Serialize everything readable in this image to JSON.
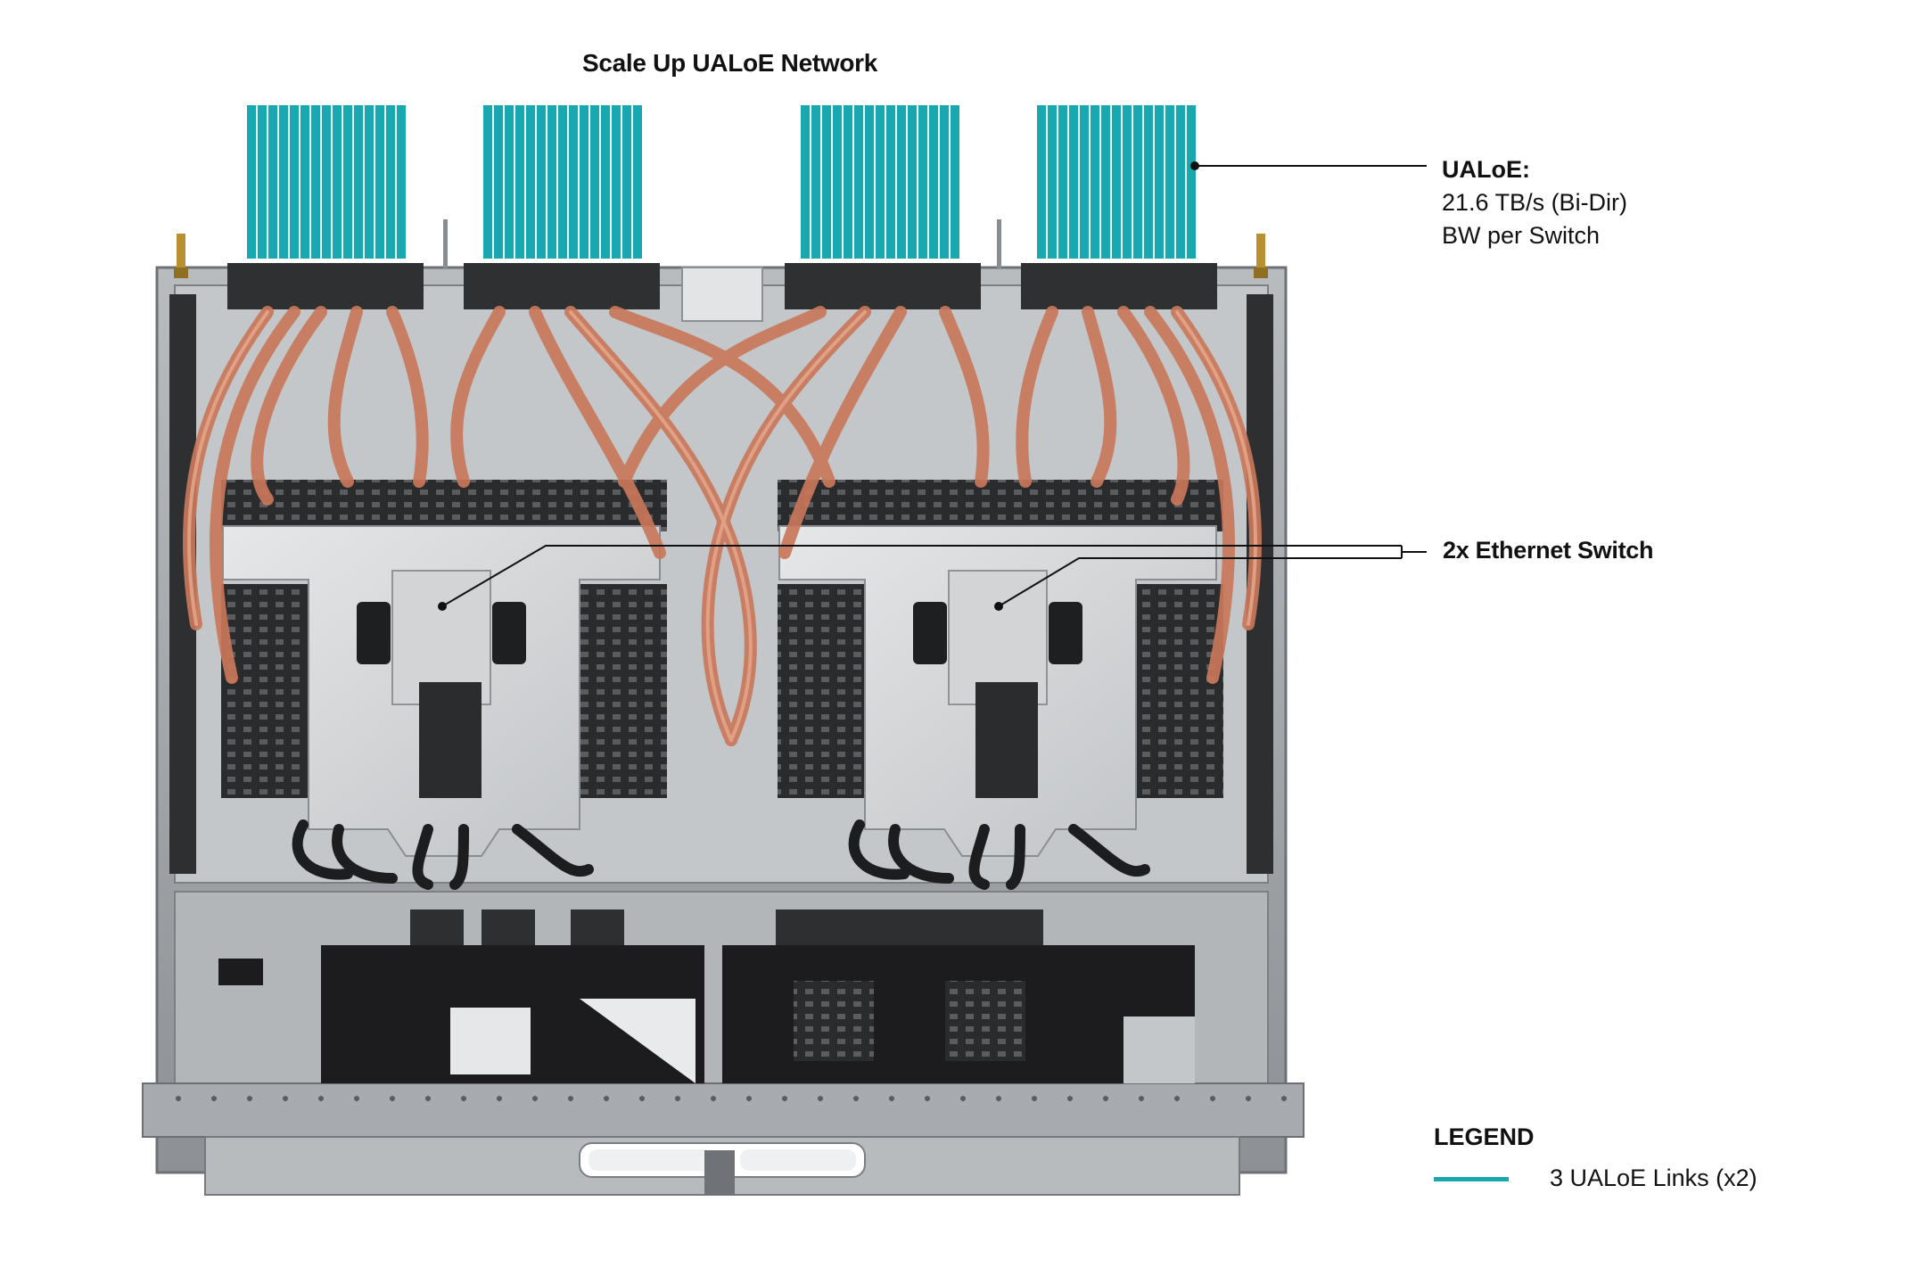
{
  "diagram": {
    "title": "Scale Up UALoE Network",
    "callouts": {
      "ualoe_title": "UALoE:",
      "ualoe_line1": "21.6 TB/s (Bi-Dir)",
      "ualoe_line2": "BW per Switch",
      "switch": "2x Ethernet Switch"
    },
    "legend": {
      "title": "LEGEND",
      "item": "3 UALoE Links (x2)"
    }
  },
  "colors": {
    "ualoe_link": "#1aa8b0",
    "copper_cable": "#c9785a",
    "chassis": "#9ea2a6",
    "heatsink": "#d8dadc",
    "board": "#1c1c1e"
  },
  "icons": [
    "server-tray-illustration",
    "ualoe-link-bundle",
    "copper-cable-loop",
    "ethernet-switch-module",
    "antenna-connector"
  ]
}
